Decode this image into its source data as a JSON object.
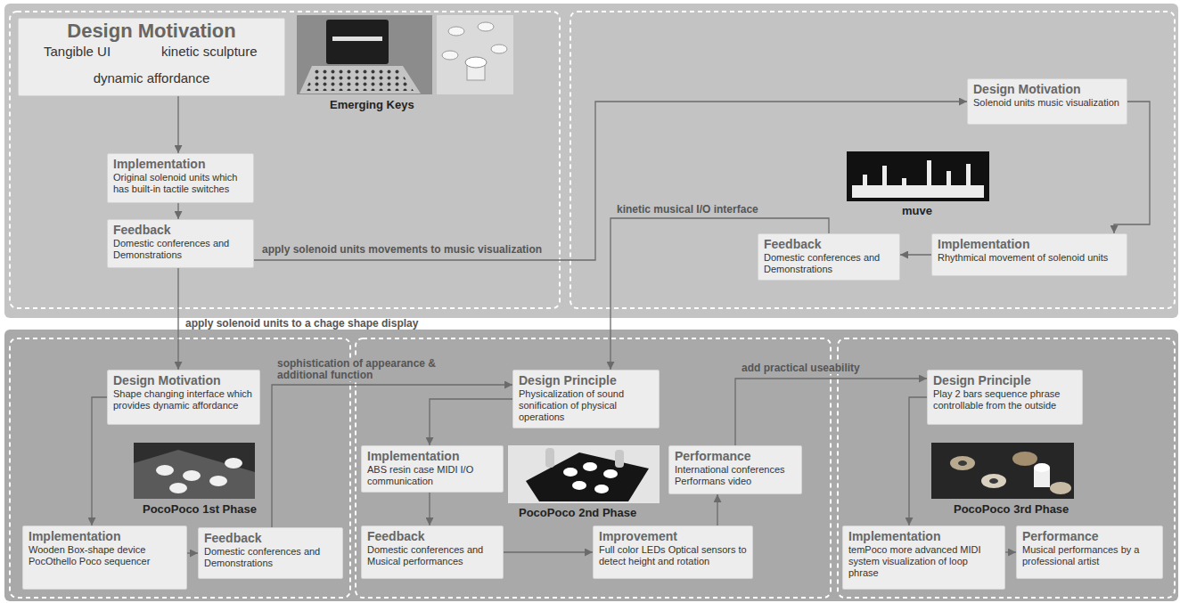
{
  "diagram": {
    "nodes": [
      {
        "text": [
          "Design Motivation",
          "Tangible UI",
          "kinetic sculpture",
          "dynamic affordance"
        ]
      },
      {
        "text": [
          "Implementation",
          "Original solenoid units which has built-in tactile switches"
        ]
      },
      {
        "text": [
          "Feedback",
          "Domestic conferences and Demonstrations"
        ]
      },
      {
        "text": [
          "Design Motivation",
          "Solenoid units music visualization"
        ]
      },
      {
        "text": [
          "Implementation",
          "Rhythmical movement of solenoid units"
        ]
      },
      {
        "text": [
          "Feedback",
          "Domestic conferences and Demonstrations"
        ]
      },
      {
        "text": [
          "Design Motivation",
          "Shape changing interface which provides dynamic affordance"
        ]
      },
      {
        "text": [
          "Implementation",
          "Wooden Box-shape device PocOthello Poco sequencer"
        ]
      },
      {
        "text": [
          "Feedback",
          "Domestic conferences and Demonstrations"
        ]
      },
      {
        "text": [
          "Design Principle",
          "Physicalization of sound sonification of physical operations"
        ]
      },
      {
        "text": [
          "Implementation",
          "ABS resin case MIDI I/O communication"
        ]
      },
      {
        "text": [
          "Feedback",
          "Domestic conferences and Musical performances"
        ]
      },
      {
        "text": [
          "Improvement",
          "Full color LEDs Optical sensors to detect height and rotation"
        ]
      },
      {
        "text": [
          "Performance",
          "International conferences Performans video"
        ]
      },
      {
        "text": [
          "Design Principle",
          "Play 2 bars sequence phrase controllable from the outside"
        ]
      },
      {
        "text": [
          "Implementation",
          "temPoco more advanced MIDI system visualization of loop phrase"
        ]
      },
      {
        "text": [
          "Performance",
          "Musical performances by a professional artist"
        ]
      }
    ],
    "edges": [
      {
        "from": 0,
        "to": 1,
        "arrow": "to"
      },
      {
        "from": 1,
        "to": 2,
        "arrow": "to"
      },
      {
        "from": 2,
        "to": 3,
        "arrow": "to",
        "label": "apply solenoid units movements to music visualization"
      },
      {
        "from": 3,
        "to": 4,
        "arrow": "to"
      },
      {
        "from": 4,
        "to": 5,
        "arrow": "to"
      },
      {
        "from": 5,
        "to": 9,
        "arrow": "to",
        "label": "kinetic musical I/O interface"
      },
      {
        "from": 2,
        "to": 6,
        "arrow": "to",
        "label": "apply solenoid units to a chage shape display"
      },
      {
        "from": 6,
        "to": 7,
        "arrow": "to"
      },
      {
        "from": 7,
        "to": 8,
        "arrow": "to"
      },
      {
        "from": 8,
        "to": 9,
        "arrow": "to",
        "label": "sophistication of appearance & additional function"
      },
      {
        "from": 9,
        "to": 10,
        "arrow": "to"
      },
      {
        "from": 10,
        "to": 11,
        "arrow": "to"
      },
      {
        "from": 11,
        "to": 12,
        "arrow": "to"
      },
      {
        "from": 12,
        "to": 13,
        "arrow": "to"
      },
      {
        "from": 13,
        "to": 14,
        "arrow": "to",
        "label": "add practical useability"
      },
      {
        "from": 14,
        "to": 15,
        "arrow": "to"
      },
      {
        "from": 15,
        "to": 16,
        "arrow": "to"
      }
    ],
    "labels": [
      "Emerging Keys",
      "muve",
      "PocoPoco 1st Phase",
      "PocoPoco 2nd Phase",
      "PocoPoco 3rd Phase"
    ]
  }
}
